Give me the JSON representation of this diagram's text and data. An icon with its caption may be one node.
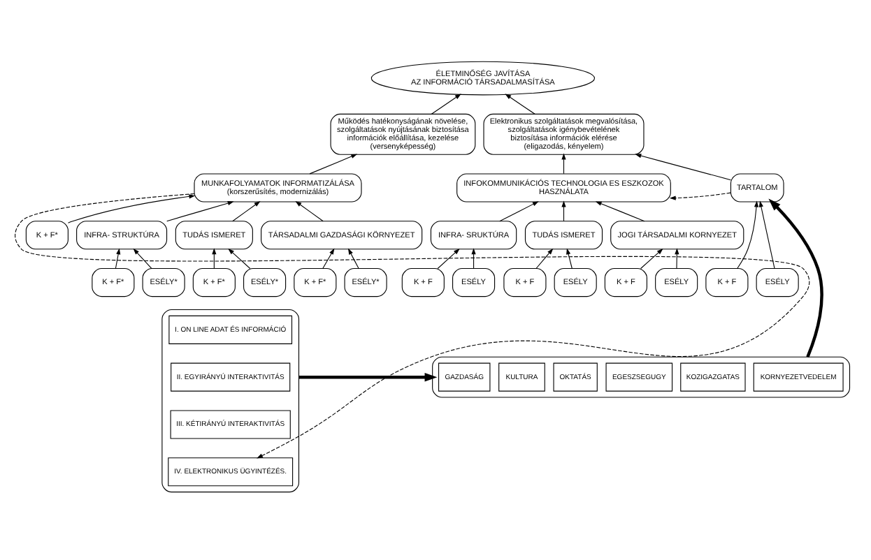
{
  "diagram": {
    "nodes": [
      {
        "text": [
          "ÉLETMINŐSÉG JAVÍTÁSA",
          "AZ INFORMÁCIÓ TÁRSADALMASÍTÁSA"
        ]
      },
      {
        "text": [
          "Működés hatékonyságának növelése, szolgáltatások nyújtásának biztosítása információk előállítása, kezelése",
          "(versenyképesség)"
        ]
      },
      {
        "text": [
          "Elektronikus szolgáltatások megvalósítása, szolgáltatások igénybevételének biztosítása információk elérése",
          "(eligazodás, kényelem)"
        ]
      },
      {
        "text": [
          "MUNKAFOLYAMATOK INFORMATIZÁLÁSA",
          "(korszerűsítés, modernizálás)"
        ]
      },
      {
        "text": [
          "K + F*"
        ]
      },
      {
        "text": [
          "INFRA- STRUKTÚRA"
        ]
      },
      {
        "text": [
          "TUDÁS ISMERET"
        ]
      },
      {
        "text": [
          "TÁRSADALMI GAZDASÁGI KÖRNYEZET"
        ]
      },
      {
        "text": [
          "K + F*"
        ]
      },
      {
        "text": [
          "ESÉLY*"
        ]
      },
      {
        "text": [
          "K + F*"
        ]
      },
      {
        "text": [
          "ESÉLY*"
        ]
      },
      {
        "text": [
          "K + F*"
        ]
      },
      {
        "text": [
          "ESÉLY*"
        ]
      },
      {
        "text": [
          "INFOKOMMUNIKÁCIÓS TECHNOLOGIA ES ESZKOZOK HASZNÁLATA"
        ]
      },
      {
        "text": [
          "TARTALOM"
        ]
      },
      {
        "text": [
          "INFRA- SRUKTÚRA"
        ]
      },
      {
        "text": [
          "TUDÁS ISMERET"
        ]
      },
      {
        "text": [
          "JOGI TÁRSADALMI KORNYEZET"
        ]
      },
      {
        "text": [
          "K + F"
        ]
      },
      {
        "text": [
          "ESÉLY"
        ]
      },
      {
        "text": [
          "K + F"
        ]
      },
      {
        "text": [
          "ESÉLY"
        ]
      },
      {
        "text": [
          "K + F"
        ]
      },
      {
        "text": [
          "ESÉLY"
        ]
      },
      {
        "text": [
          "K + F"
        ]
      },
      {
        "text": [
          "ESÉLY"
        ]
      },
      {
        "text": [],
        "shape": "box"
      },
      {
        "text": [
          "I. ON LINE ADAT ÉS INFORMÁCIÓ"
        ],
        "in": 27
      },
      {
        "text": [
          "II. EGYIRÁNYÚ INTERAKTIVITÁS"
        ],
        "in": 27
      },
      {
        "text": [
          "III. KÉTIRÁNYÚ INTERAKTIVITÁS"
        ],
        "in": 27
      },
      {
        "text": [
          "IV. ELEKTRONIKUS ÜGYINTÉZÉS."
        ],
        "in": 27
      },
      {
        "text": [],
        "shape": "box"
      },
      {
        "text": [
          "GAZDASÁG"
        ],
        "in": 32
      },
      {
        "text": [
          "KOZIGAZGATAS"
        ],
        "in": 32
      },
      {
        "text": [
          "EGESZSEGUGY"
        ],
        "in": 32
      },
      {
        "text": [
          "OKTATÁS"
        ],
        "in": 32
      },
      {
        "text": [
          "KULTURA"
        ],
        "in": 32
      },
      {
        "text": [
          "KORNYEZETVEDELEM"
        ],
        "in": 32
      }
    ],
    "edges": [
      {
        "from": 1,
        "to": 0,
        "arrow": "to"
      },
      {
        "from": 2,
        "to": 0,
        "arrow": "to"
      },
      {
        "from": 3,
        "to": 1,
        "arrow": "to"
      },
      {
        "from": 14,
        "to": 2,
        "arrow": "to"
      },
      {
        "from": 15,
        "to": 2,
        "arrow": "to"
      },
      {
        "from": 4,
        "to": 3,
        "arrow": "to"
      },
      {
        "from": 5,
        "to": 3,
        "arrow": "to"
      },
      {
        "from": 6,
        "to": 3,
        "arrow": "to"
      },
      {
        "from": 7,
        "to": 3,
        "arrow": "to"
      },
      {
        "from": 8,
        "to": 5,
        "arrow": "to"
      },
      {
        "from": 9,
        "to": 5,
        "arrow": "to"
      },
      {
        "from": 10,
        "to": 6,
        "arrow": "to"
      },
      {
        "from": 11,
        "to": 6,
        "arrow": "to"
      },
      {
        "from": 12,
        "to": 7,
        "arrow": "to"
      },
      {
        "from": 13,
        "to": 7,
        "arrow": "to"
      },
      {
        "from": 15,
        "to": 14,
        "arrow": "to",
        "style": "dashed"
      },
      {
        "from": 16,
        "to": 14,
        "arrow": "to"
      },
      {
        "from": 17,
        "to": 14,
        "arrow": "to"
      },
      {
        "from": 18,
        "to": 14,
        "arrow": "to"
      },
      {
        "from": 19,
        "to": 16,
        "arrow": "to"
      },
      {
        "from": 20,
        "to": 16,
        "arrow": "to"
      },
      {
        "from": 21,
        "to": 17,
        "arrow": "to"
      },
      {
        "from": 22,
        "to": 17,
        "arrow": "to"
      },
      {
        "from": 23,
        "to": 18,
        "arrow": "to"
      },
      {
        "from": 24,
        "to": 18,
        "arrow": "to"
      },
      {
        "from": 25,
        "to": 15,
        "arrow": "to"
      },
      {
        "from": 26,
        "to": 15,
        "arrow": "to"
      },
      {
        "from": 3,
        "to": 31,
        "arrow": "to",
        "style": "dashed"
      },
      {
        "from": 27,
        "to": 32,
        "arrow": "to",
        "style": "thick"
      },
      {
        "from": 32,
        "to": 15,
        "arrow": "to",
        "style": "thick"
      }
    ]
  }
}
